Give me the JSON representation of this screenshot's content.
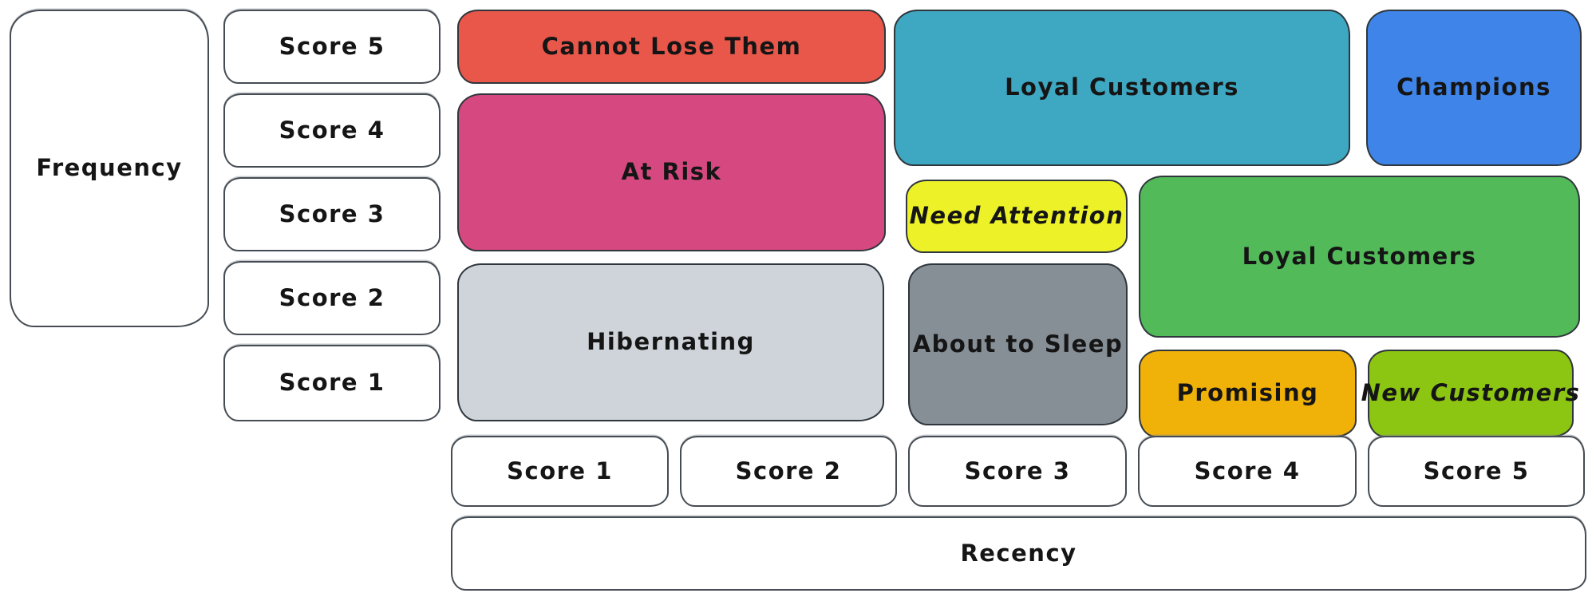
{
  "axes": {
    "frequency": {
      "label": "Frequency",
      "scores": [
        "Score 5",
        "Score 4",
        "Score 3",
        "Score 2",
        "Score 1"
      ]
    },
    "recency": {
      "label": "Recency",
      "scores": [
        "Score 1",
        "Score 2",
        "Score 3",
        "Score 4",
        "Score 5"
      ]
    }
  },
  "segments": {
    "cannot_lose_them": {
      "label": "Cannot Lose Them",
      "color": "#E9564A"
    },
    "at_risk": {
      "label": "At Risk",
      "color": "#D64980"
    },
    "hibernating": {
      "label": "Hibernating",
      "color": "#CED4DA"
    },
    "loyal_customers_top": {
      "label": "Loyal Customers",
      "color": "#3EA7C1"
    },
    "champions": {
      "label": "Champions",
      "color": "#3F85E9"
    },
    "need_attention": {
      "label": "Need Attention",
      "color": "#EDF228"
    },
    "about_to_sleep": {
      "label": "About to Sleep",
      "color": "#868E96"
    },
    "loyal_customers_right": {
      "label": "Loyal Customers",
      "color": "#52BA59"
    },
    "promising": {
      "label": "Promising",
      "color": "#F0B109"
    },
    "new_customers": {
      "label": "New Customers",
      "color": "#8CC612"
    }
  },
  "style": {
    "stroke": "#2f363c",
    "text": "#151515",
    "background": "#ffffff"
  }
}
